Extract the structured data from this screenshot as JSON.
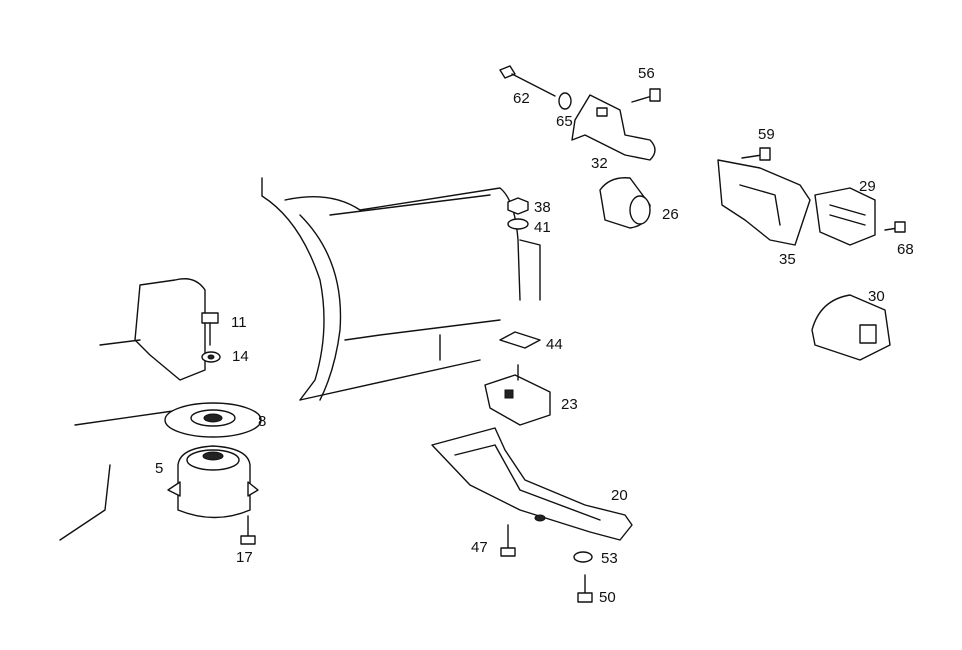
{
  "diagram": {
    "parts": [
      {
        "number": "62"
      },
      {
        "number": "65"
      },
      {
        "number": "56"
      },
      {
        "number": "32"
      },
      {
        "number": "59"
      },
      {
        "number": "29"
      },
      {
        "number": "38"
      },
      {
        "number": "41"
      },
      {
        "number": "26"
      },
      {
        "number": "68"
      },
      {
        "number": "35"
      },
      {
        "number": "30"
      },
      {
        "number": "11"
      },
      {
        "number": "14"
      },
      {
        "number": "44"
      },
      {
        "number": "8"
      },
      {
        "number": "23"
      },
      {
        "number": "5"
      },
      {
        "number": "20"
      },
      {
        "number": "47"
      },
      {
        "number": "53"
      },
      {
        "number": "17"
      },
      {
        "number": "50"
      }
    ]
  }
}
